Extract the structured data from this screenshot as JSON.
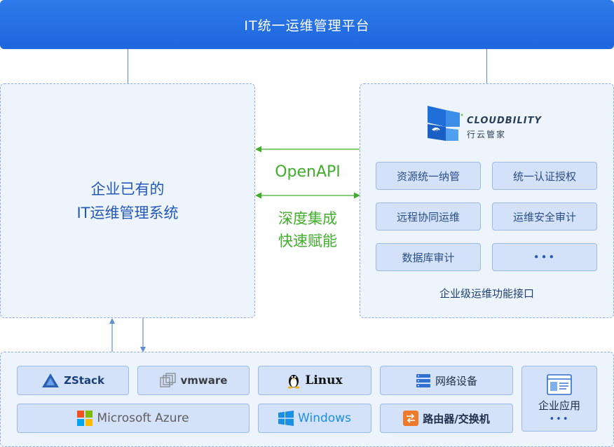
{
  "header": {
    "title": "IT统一运维管理平台"
  },
  "left_panel": {
    "line1": "企业已有的",
    "line2": "IT运维管理系统"
  },
  "middle": {
    "api_label": "OpenAPI",
    "slogan_line1": "深度集成",
    "slogan_line2": "快速赋能"
  },
  "right_panel": {
    "logo": {
      "brand": "CLOUDBILITY",
      "subtitle": "行云管家"
    },
    "functions": [
      "资源统一纳管",
      "统一认证授权",
      "远程协同运维",
      "运维安全审计",
      "数据库审计",
      "•••"
    ],
    "caption": "企业级运维功能接口"
  },
  "bottom": {
    "tiles": {
      "zstack": "ZStack",
      "vmware": "vmware",
      "linux": "Linux",
      "network": "网络设备",
      "azure": "Microsoft Azure",
      "windows": "Windows",
      "router": "路由器/交换机",
      "enterprise_app": "企业应用",
      "enterprise_more": "•••"
    }
  },
  "colors": {
    "header_blue": "#1d66dd",
    "panel_bg": "#eef4fc",
    "tile_bg": "#d3e2f8",
    "accent_green": "#3fae2a"
  }
}
